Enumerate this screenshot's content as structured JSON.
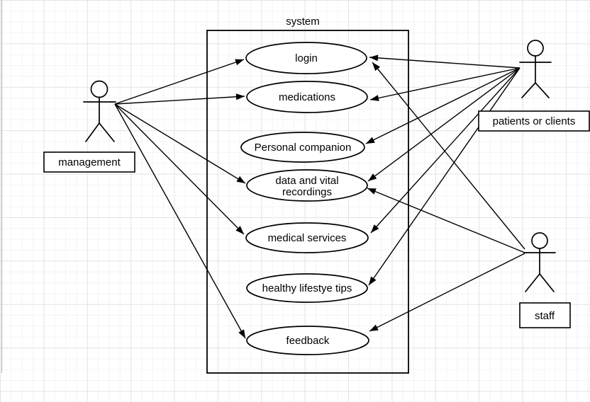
{
  "diagram": {
    "type": "use-case-diagram",
    "system_title": "system",
    "stroke_color": "#000000",
    "fill_color": "#ffffff",
    "use_cases": [
      {
        "label": "login"
      },
      {
        "label": "medications"
      },
      {
        "label": "Personal companion"
      },
      {
        "label_line1": "data and vital",
        "label_line2": "recordings"
      },
      {
        "label": "medical services"
      },
      {
        "label": "healthy lifestye tips"
      },
      {
        "label": "feedback"
      }
    ],
    "actors": [
      {
        "label": "management"
      },
      {
        "label": "patients or clients"
      },
      {
        "label": "staff"
      }
    ],
    "connections": [
      {
        "from": "management",
        "to": "login"
      },
      {
        "from": "management",
        "to": "medications"
      },
      {
        "from": "management",
        "to": "data and vital recordings"
      },
      {
        "from": "management",
        "to": "medical services"
      },
      {
        "from": "management",
        "to": "feedback"
      },
      {
        "from": "patients or clients",
        "to": "login"
      },
      {
        "from": "patients or clients",
        "to": "medications"
      },
      {
        "from": "patients or clients",
        "to": "Personal companion"
      },
      {
        "from": "patients or clients",
        "to": "data and vital recordings"
      },
      {
        "from": "patients or clients",
        "to": "medical services"
      },
      {
        "from": "patients or clients",
        "to": "healthy lifestye tips"
      },
      {
        "from": "staff",
        "to": "login"
      },
      {
        "from": "staff",
        "to": "data and vital recordings"
      },
      {
        "from": "staff",
        "to": "feedback"
      }
    ]
  }
}
